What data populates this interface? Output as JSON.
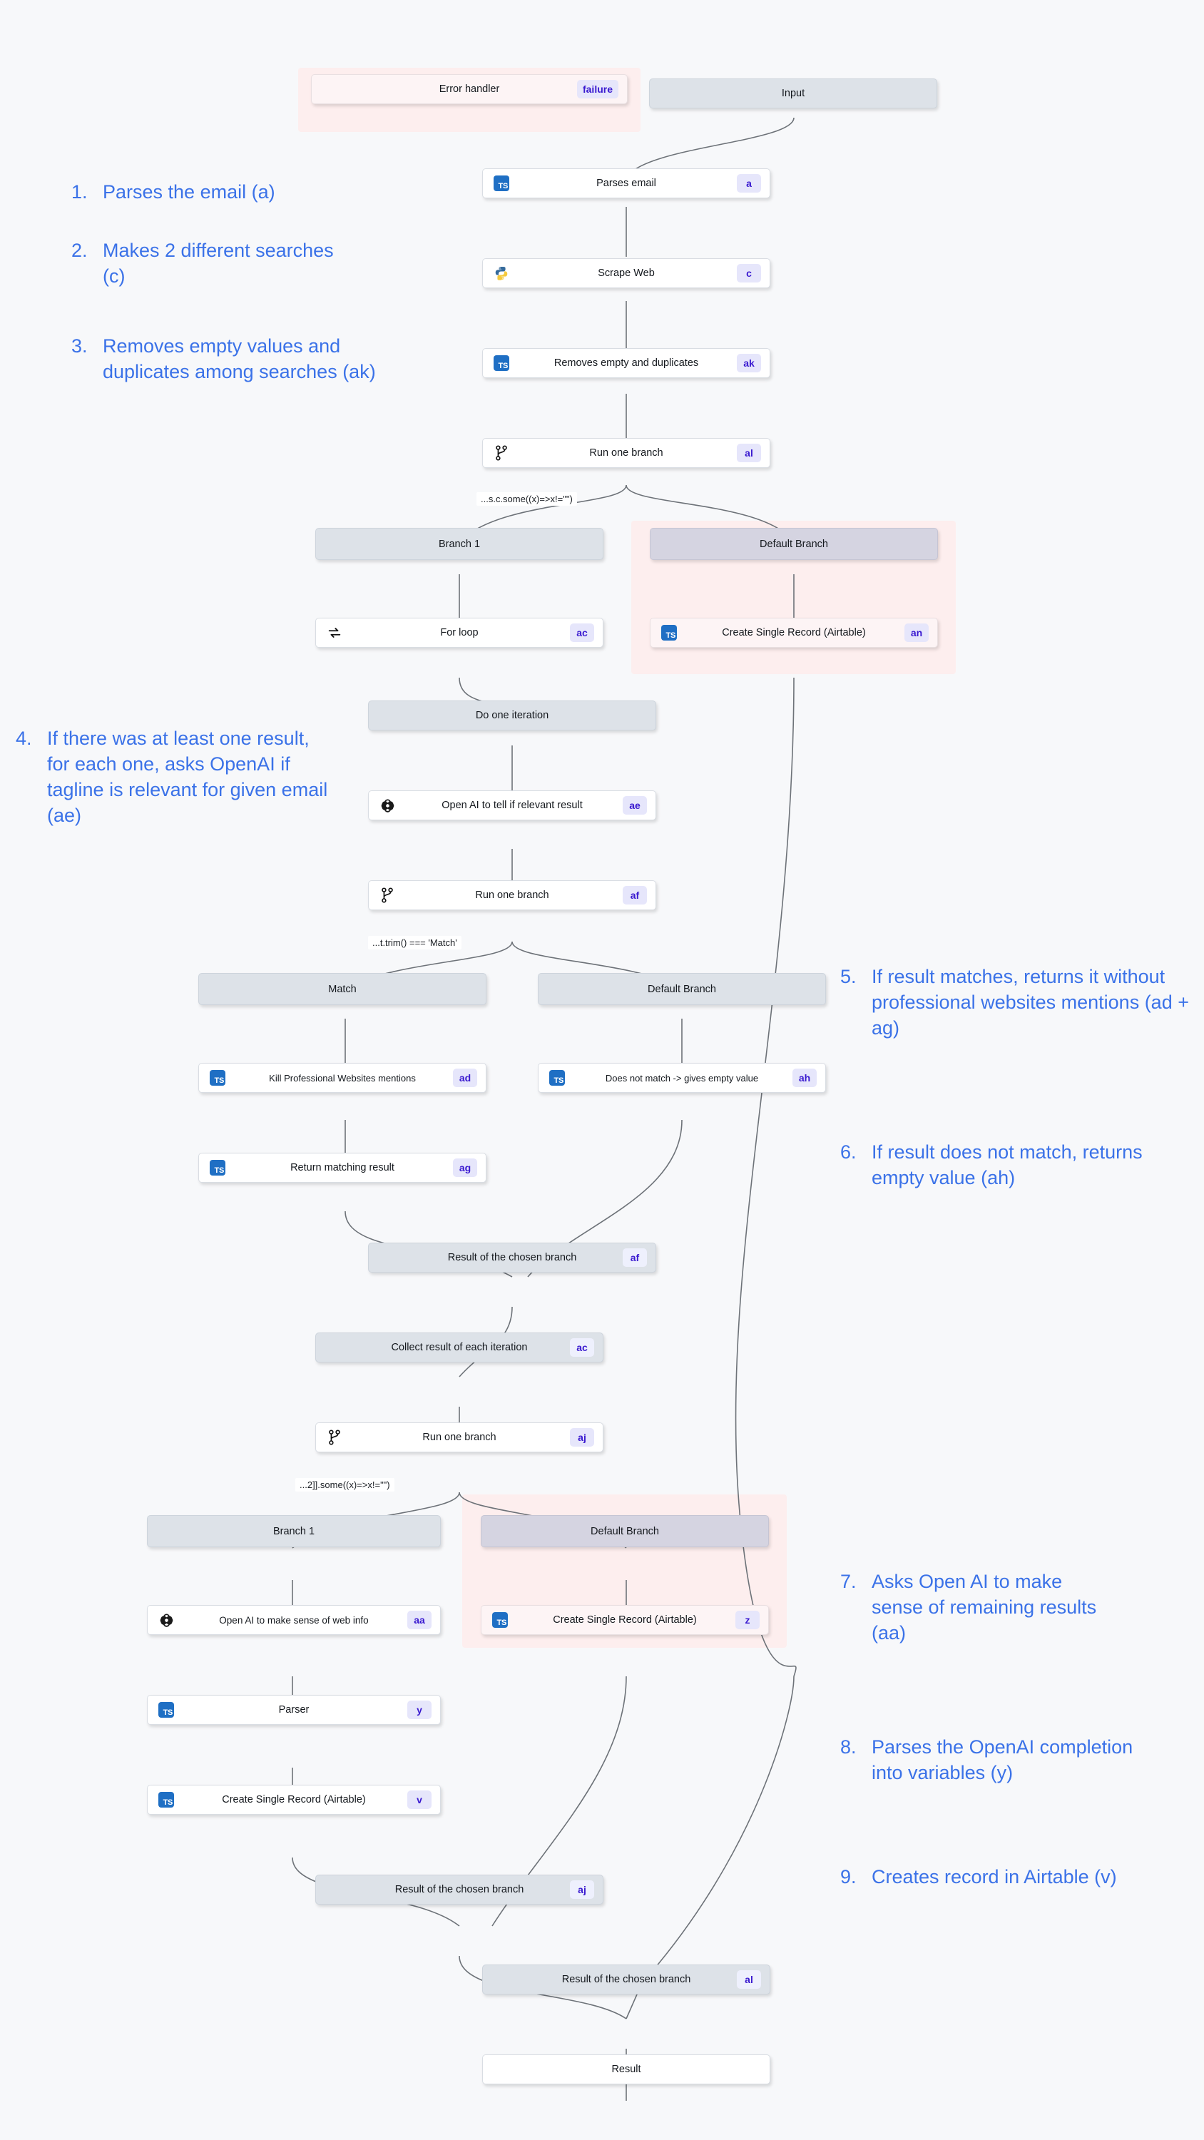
{
  "theme": {
    "canvas_bg": "#f7f8fa",
    "annotation_color": "#3b72e8",
    "badge_bg": "#e6e6fb",
    "badge_text": "#3a1ad0",
    "error_region_bg": "#fdeeee",
    "ts_icon_bg": "#1f6fc4"
  },
  "nodes": {
    "error_handler": {
      "label": "Error handler",
      "badge": "failure",
      "icon": "none"
    },
    "input": {
      "label": "Input",
      "badge": "",
      "icon": "none"
    },
    "parses_email": {
      "label": "Parses email",
      "badge": "a",
      "icon": "typescript-icon"
    },
    "scrape_web": {
      "label": "Scrape Web",
      "badge": "c",
      "icon": "python-icon"
    },
    "removes_empty": {
      "label": "Removes empty and duplicates",
      "badge": "ak",
      "icon": "typescript-icon"
    },
    "run_one_branch_al": {
      "label": "Run one branch",
      "badge": "al",
      "icon": "branch-icon"
    },
    "branch1_top": {
      "label": "Branch 1",
      "badge": "",
      "icon": "none"
    },
    "default_branch_top": {
      "label": "Default Branch",
      "badge": "",
      "icon": "none"
    },
    "for_loop": {
      "label": "For loop",
      "badge": "ac",
      "icon": "loop-icon"
    },
    "create_record_an": {
      "label": "Create Single Record (Airtable)",
      "badge": "an",
      "icon": "typescript-icon"
    },
    "do_one_iteration": {
      "label": "Do one iteration",
      "badge": "",
      "icon": "none"
    },
    "openai_relevant": {
      "label": "Open AI to tell if relevant result",
      "badge": "ae",
      "icon": "openai-icon"
    },
    "run_one_branch_af": {
      "label": "Run one branch",
      "badge": "af",
      "icon": "branch-icon"
    },
    "match": {
      "label": "Match",
      "badge": "",
      "icon": "none"
    },
    "default_branch_mid": {
      "label": "Default Branch",
      "badge": "",
      "icon": "none"
    },
    "kill_mentions": {
      "label": "Kill Professional Websites mentions",
      "badge": "ad",
      "icon": "typescript-icon"
    },
    "does_not_match": {
      "label": "Does not match -> gives empty value",
      "badge": "ah",
      "icon": "typescript-icon"
    },
    "return_matching": {
      "label": "Return matching result",
      "badge": "ag",
      "icon": "typescript-icon"
    },
    "result_chosen_af": {
      "label": "Result of the chosen branch",
      "badge": "af",
      "icon": "none"
    },
    "collect_result": {
      "label": "Collect result of each iteration",
      "badge": "ac",
      "icon": "none"
    },
    "run_one_branch_aj": {
      "label": "Run one branch",
      "badge": "aj",
      "icon": "branch-icon"
    },
    "branch1_bot": {
      "label": "Branch 1",
      "badge": "",
      "icon": "none"
    },
    "default_branch_bot": {
      "label": "Default Branch",
      "badge": "",
      "icon": "none"
    },
    "openai_websense": {
      "label": "Open AI to make sense of web info",
      "badge": "aa",
      "icon": "openai-icon"
    },
    "create_record_z": {
      "label": "Create Single Record (Airtable)",
      "badge": "z",
      "icon": "typescript-icon"
    },
    "parser": {
      "label": "Parser",
      "badge": "y",
      "icon": "typescript-icon"
    },
    "create_record_v": {
      "label": "Create Single Record (Airtable)",
      "badge": "v",
      "icon": "typescript-icon"
    },
    "result_chosen_aj": {
      "label": "Result of the chosen branch",
      "badge": "aj",
      "icon": "none"
    },
    "result_chosen_al": {
      "label": "Result of the chosen branch",
      "badge": "al",
      "icon": "none"
    },
    "result": {
      "label": "Result",
      "badge": "",
      "icon": "none"
    }
  },
  "edge_labels": {
    "cond_al": "...s.c.some((x)=>x!=\"\")",
    "cond_af": "...t.trim() === 'Match'",
    "cond_aj": "...2]].some((x)=>x!=\"\")"
  },
  "annotations": [
    {
      "num": "1.",
      "text": "Parses the email (a)"
    },
    {
      "num": "2.",
      "text": "Makes 2 different searches (c)"
    },
    {
      "num": "3.",
      "text": "Removes empty values and duplicates among searches (ak)"
    },
    {
      "num": "4.",
      "text": "If there was at least one result, for each one, asks OpenAI if tagline is relevant for given email (ae)"
    },
    {
      "num": "5.",
      "text": "If result matches, returns it without professional websites mentions (ad + ag)"
    },
    {
      "num": "6.",
      "text": "If result does not match, returns empty value (ah)"
    },
    {
      "num": "7.",
      "text": "Asks Open AI to make sense of remaining results (aa)"
    },
    {
      "num": "8.",
      "text": "Parses the OpenAI completion into variables (y)"
    },
    {
      "num": "9.",
      "text": "Creates record in Airtable (v)"
    }
  ]
}
